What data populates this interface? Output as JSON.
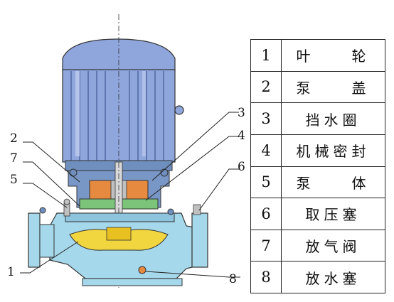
{
  "callouts": [
    {
      "num": "1"
    },
    {
      "num": "2"
    },
    {
      "num": "3"
    },
    {
      "num": "4"
    },
    {
      "num": "5"
    },
    {
      "num": "6"
    },
    {
      "num": "7"
    },
    {
      "num": "8"
    }
  ],
  "parts": [
    {
      "num": "1",
      "name": "叶　　轮"
    },
    {
      "num": "2",
      "name": "泵　　盖"
    },
    {
      "num": "3",
      "name": "挡水圈"
    },
    {
      "num": "4",
      "name": "机械密封"
    },
    {
      "num": "5",
      "name": "泵　　体"
    },
    {
      "num": "6",
      "name": "取压塞"
    },
    {
      "num": "7",
      "name": "放气阀"
    },
    {
      "num": "8",
      "name": "放水塞"
    }
  ],
  "colors": {
    "motor": "#8fa6dc",
    "casing": "#a6d8ec",
    "impeller": "#f2d640",
    "seal": "#e68a40",
    "bracket": "#6f8fbf",
    "green": "#7bc47a",
    "outline": "#333333"
  }
}
